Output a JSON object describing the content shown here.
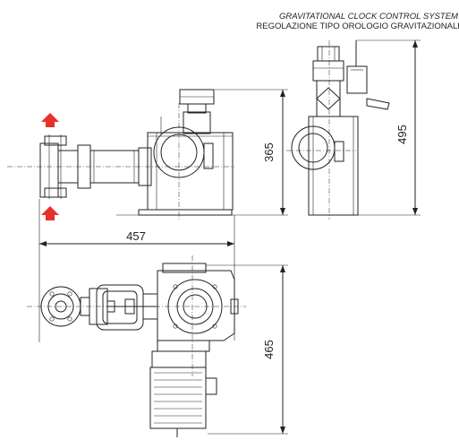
{
  "caption": {
    "line1": "GRAVITATIONAL CLOCK CONTROL SYSTEM",
    "line2": "REGOLAZIONE TIPO OROLOGIO GRAVITAZIONALE"
  },
  "dimensions": {
    "height_front": "365",
    "height_side": "495",
    "width_front": "457",
    "depth_top": "465"
  },
  "colors": {
    "line": "#222222",
    "arrow": "#e8302a",
    "fill_light": "#e6e6e6",
    "fill_mid": "#cfcfcf",
    "fill_dark": "#9a9a9a"
  },
  "icons": {
    "flow_arrow": "red-up-arrow"
  }
}
